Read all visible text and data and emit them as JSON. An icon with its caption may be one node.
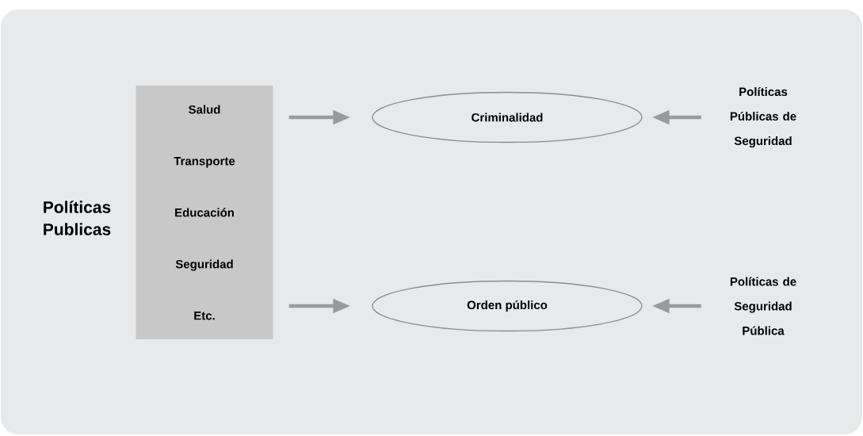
{
  "diagram": {
    "nodes": [
      {
        "text": [
          "Salud",
          "Transporte",
          "Educación",
          "Seguridad",
          "Etc."
        ],
        "beside": [
          "Políticas Publicas"
        ]
      },
      {
        "text": [
          "Criminalidad"
        ]
      },
      {
        "text": [
          "Políticas Públicas de Seguridad"
        ]
      },
      {
        "text": [
          "Orden público"
        ]
      },
      {
        "text": [
          "Políticas de Seguridad Pública"
        ]
      }
    ],
    "edges": [
      {
        "from": 0,
        "to": 1,
        "arrow": "to"
      },
      {
        "from": 2,
        "to": 1,
        "arrow": "to"
      },
      {
        "from": 0,
        "to": 3,
        "arrow": "to"
      },
      {
        "from": 4,
        "to": 3,
        "arrow": "to"
      }
    ]
  }
}
